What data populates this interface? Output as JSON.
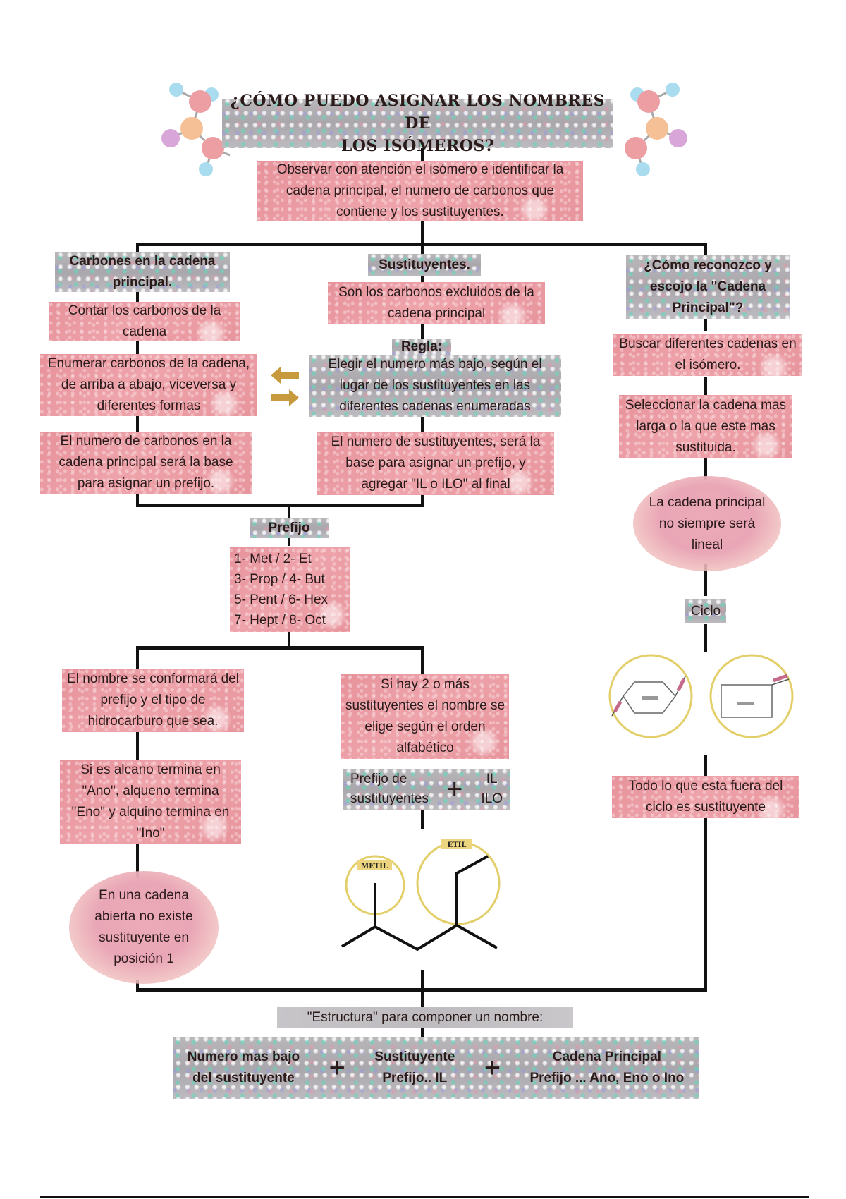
{
  "title": {
    "line1": "¿CÓMO PUEDO ASIGNAR LOS NOMBRES DE",
    "line2": "LOS ISÓMEROS?"
  },
  "intro": "Observar con atención el isómero e identificar la cadena principal, el numero de carbonos que contiene y los sustituyentes.",
  "left_branch": {
    "heading": "Carbones en la cadena principal.",
    "step1": "Contar los carbonos de la cadena",
    "step2": "Enumerar carbonos de la cadena, de arriba a abajo, viceversa y diferentes formas",
    "step3": "El numero de carbonos en la cadena principal será la base para asignar un prefijo."
  },
  "middle_branch": {
    "heading": "Sustituyentes.",
    "step1": "Son los carbonos excluidos de la cadena principal",
    "rule_label": "Regla:",
    "rule": "Elegir el numero más bajo, según el lugar de los sustituyentes en las diferentes cadenas enumeradas",
    "step3": "El numero de sustituyentes, será la base para asignar un prefijo, y agregar \"IL o ILO\" al final"
  },
  "right_branch": {
    "heading": "¿Cómo reconozco y escojo la \"Cadena Principal\"?",
    "step1": "Buscar diferentes cadenas en el isómero.",
    "step2": "Seleccionar la cadena mas larga o la que este mas sustituida.",
    "cloud": "La cadena principal no siempre será lineal",
    "ciclo_label": "Ciclo",
    "ciclo_note": "Todo lo que esta fuera del ciclo es sustituyente"
  },
  "prefijo": {
    "label": "Prefijo",
    "rows": [
      "1- Met / 2- Et",
      "3- Prop / 4- But",
      "5- Pent / 6- Hex",
      "7- Hept / 8- Oct"
    ]
  },
  "lower_left": {
    "step1": "El nombre se conformará del prefijo y el tipo de hidrocarburo que sea.",
    "step2": "Si es alcano termina en \"Ano\", alqueno termina \"Eno\" y alquino termina en \"Ino\"",
    "cloud": "En una cadena abierta no existe sustituyente en posición 1"
  },
  "lower_middle": {
    "step1": "Si hay 2 o más sustituyentes el nombre se elige según el orden alfabético",
    "formula_left": "Prefijo de sustituyentes",
    "formula_plus": "+",
    "formula_right_1": "IL",
    "formula_right_2": "ILO",
    "label_metil": "METIL",
    "label_etil": "ETIL"
  },
  "structure": {
    "label": "\"Estructura\" para componer un nombre:",
    "part1_line1": "Numero mas bajo",
    "part1_line2": "del sustituyente",
    "plus": "+",
    "part2_line1": "Sustituyente",
    "part2_line2": "Prefijo.. IL",
    "part3_line1": "Cadena Principal",
    "part3_line2": "Prefijo ... Ano, Eno o Ino"
  },
  "colors": {
    "pink_box": "#e8959d",
    "silver_box": "#b0aeb2",
    "connector": "#111111",
    "ring_gold": "#e3cf6a",
    "arrow_gold": "#c79a3e"
  }
}
